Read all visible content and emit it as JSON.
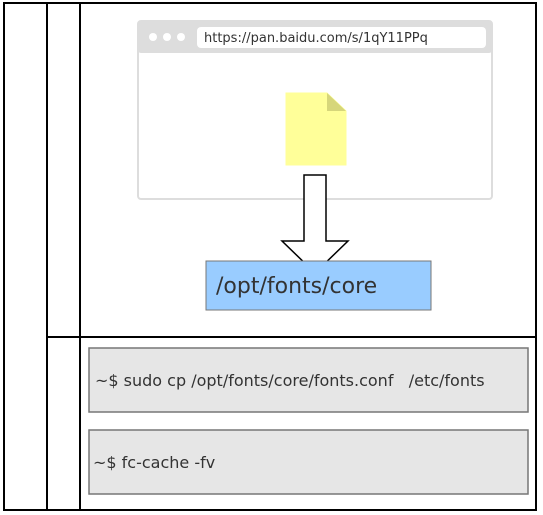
{
  "browser": {
    "url": "https://pan.baidu.com/s/1qY11PPq",
    "dots": [
      "dot",
      "dot",
      "dot"
    ]
  },
  "file": {
    "icon": "file-icon",
    "color": "#ffff99",
    "fold_color": "#d6d67a"
  },
  "arrow": {
    "icon": "down-arrow-icon"
  },
  "target": {
    "path": "/opt/fonts/core",
    "fill": "#99ccff"
  },
  "commands": [
    "~$ sudo cp /opt/fonts/core/fonts.conf   /etc/fonts",
    "~$ fc-cache -fv"
  ],
  "colors": {
    "frame": "#000000",
    "browser_border": "#dddddd",
    "command_fill": "#e6e6e6",
    "command_border": "#777777"
  }
}
